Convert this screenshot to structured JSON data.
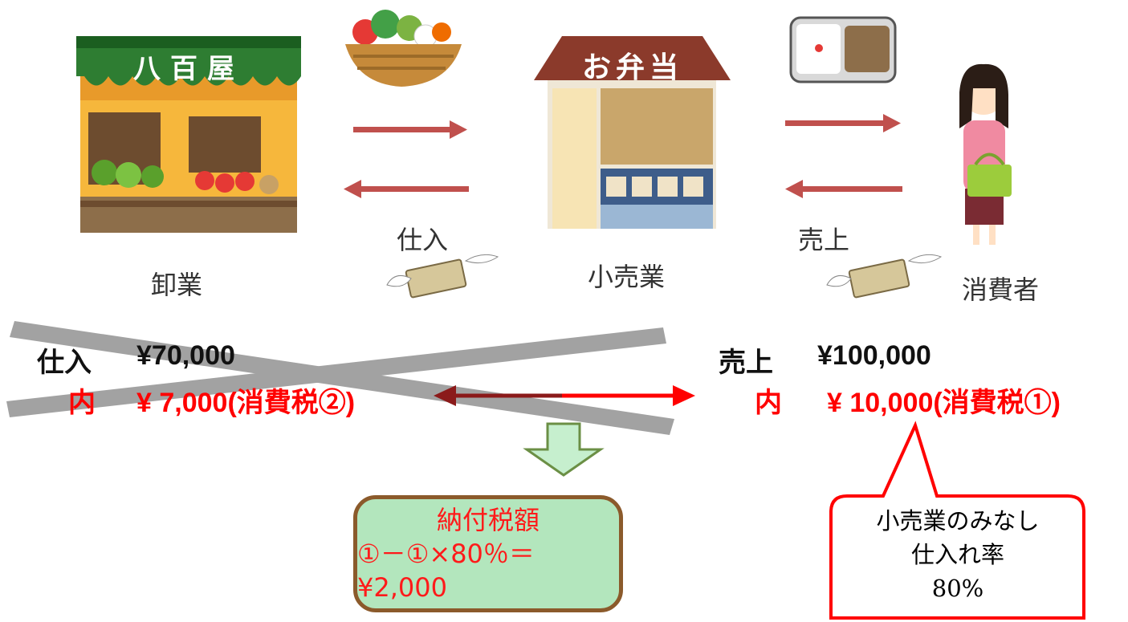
{
  "labels": {
    "wholesale": "卸業",
    "retail": "小売業",
    "consumer": "消費者",
    "purchase": "仕入",
    "sales": "売上"
  },
  "signs": {
    "greengrocer": "八百屋",
    "bento": "お弁当"
  },
  "purchase_block": {
    "line1_label": "仕入",
    "line1_amount": "¥70,000",
    "line2_prefix": "内",
    "line2_amount": "¥ 7,000(消費税②)"
  },
  "sales_block": {
    "line1_label": "売上",
    "line1_amount": "¥100,000",
    "line2_prefix": "内",
    "line2_amount": "¥ 10,000(消費税①)"
  },
  "tax_box": {
    "title": "納付税額",
    "formula": "①－①×80％＝¥2,000"
  },
  "callout": {
    "line1": "小売業のみなし",
    "line2": "仕入れ率",
    "line3": "80%"
  },
  "colors": {
    "arrow": "#c0504d",
    "red_text": "#ff0000",
    "tax_box_fill": "#b3e6bd",
    "tax_box_border": "#8b5a2b",
    "down_arrow_fill": "#c6efce",
    "cross": "#8c8c8c"
  }
}
